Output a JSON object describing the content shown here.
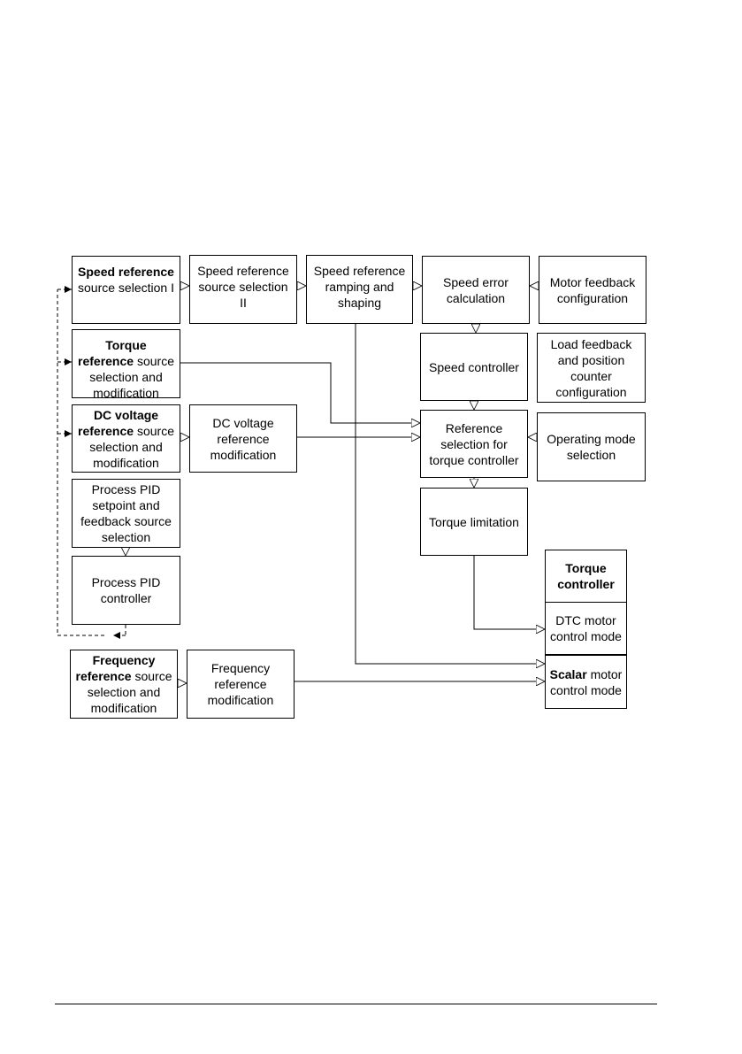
{
  "blocks": {
    "speed_ref_sel_1": {
      "bold": "Speed reference",
      "rest": "source selection I"
    },
    "speed_ref_sel_2": {
      "text": "Speed reference source selection II"
    },
    "speed_ref_ramp": {
      "text": "Speed reference ramping and shaping"
    },
    "speed_error": {
      "text": "Speed error calculation"
    },
    "motor_feedback": {
      "text": "Motor feedback configuration"
    },
    "torque_ref_sel": {
      "bold": "Torque reference",
      "rest": "source selection and modification"
    },
    "speed_controller": {
      "text": "Speed controller"
    },
    "load_feedback": {
      "text": "Load feedback and position counter configuration"
    },
    "dc_voltage_ref_sel": {
      "bold": "DC voltage reference",
      "rest": "source selection and modification"
    },
    "dc_voltage_mod": {
      "text": "DC voltage reference modification"
    },
    "ref_selection_torque": {
      "text": "Reference selection for torque controller"
    },
    "operating_mode": {
      "text": "Operating mode selection"
    },
    "process_pid_setpoint": {
      "text": "Process PID setpoint and feedback source selection"
    },
    "torque_limitation": {
      "text": "Torque limitation"
    },
    "process_pid_controller": {
      "text": "Process PID controller"
    },
    "torque_controller": {
      "bold": "Torque controller"
    },
    "dtc_motor_control": {
      "text": "DTC motor control mode"
    },
    "freq_ref_sel": {
      "bold": "Frequency reference",
      "rest": "source selection and modification"
    },
    "freq_ref_mod": {
      "text": "Frequency reference modification"
    },
    "scalar_motor_control": {
      "bold": "Scalar",
      "rest": "motor control mode"
    }
  }
}
